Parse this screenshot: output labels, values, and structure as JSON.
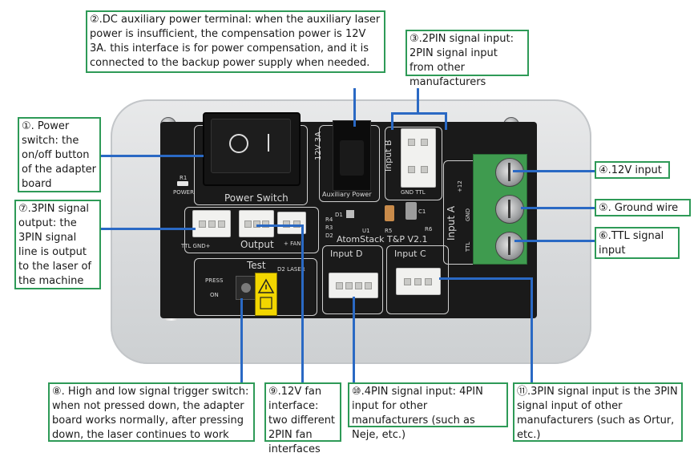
{
  "callouts": {
    "c1": "①. Power switch: the on/off button of the adapter board",
    "c2": "②.DC auxiliary power terminal: when the auxiliary laser power is insufficient, the compensation power is 12V 3A. this interface is for power compensation, and it is connected to the backup power supply when needed.",
    "c3": "③.2PIN signal input: 2PIN signal input from other manufacturers",
    "c4": "④.12V input",
    "c5": "⑤. Ground wire",
    "c6": "⑥.TTL signal input",
    "c7": "⑦.3PIN signal output: the 3PIN signal line is output to the laser of the machine",
    "c8": "⑧. High and low signal trigger switch: when not pressed down, the adapter board works normally, after pressing down, the laser continues to work",
    "c9": "⑨.12V fan interface: two different 2PIN fan interfaces",
    "c10": "⑩.4PIN signal input: 4PIN input for other manufacturers (such as Neje, etc.)",
    "c11": "⑪.3PIN signal input is the 3PIN signal input of other manufacturers (such as Ortur, etc.)"
  },
  "board": {
    "power_switch": "Power Switch",
    "aux_power": "Auxiliary Power",
    "aux_rating": "12V 3A",
    "input_b": "Input B",
    "gnd_ttl": "GND TTL",
    "input_a": "Input A",
    "plus12": "+12",
    "gnd": "GND",
    "ttl": "TTL",
    "output": "Output",
    "ttl_gnd": "TTL GND+",
    "brand": "AtomStack T&P V2.1",
    "input_d": "Input D",
    "input_c": "Input C",
    "test": "Test",
    "press": "PRESS",
    "on": "ON",
    "laser": "LASER",
    "power": "POWER",
    "r1": "R1",
    "d1": "D1",
    "c1": "C1",
    "r4": "R4",
    "r3": "R3",
    "d2": "D2",
    "r5": "R5",
    "r6": "R6",
    "u1": "U1",
    "fan": "+ FAN",
    "d2laser": "D2 LASER"
  },
  "colors": {
    "callout_border": "#2e9a57",
    "leader_line": "#2a69c4",
    "terminal_block": "#3f9b4f",
    "test_button_tag": "#f2d600"
  }
}
